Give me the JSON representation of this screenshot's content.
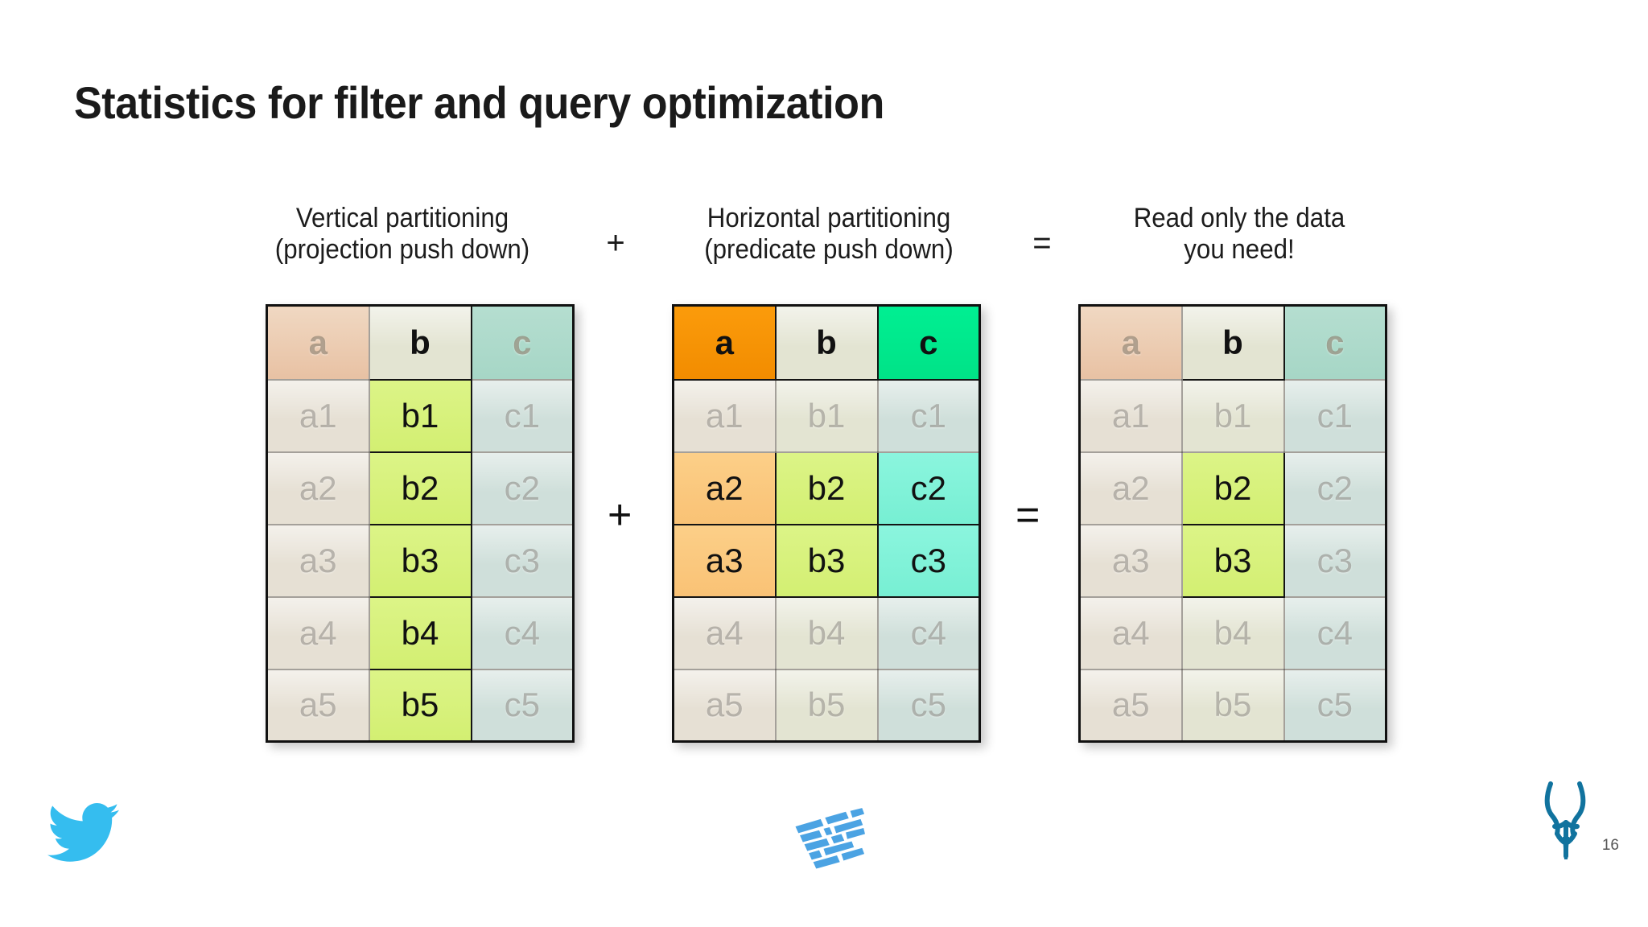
{
  "slide": {
    "title": "Statistics for filter and query optimization",
    "page_number": "16"
  },
  "captions": {
    "left": {
      "line1": "Vertical partitioning",
      "line2": "(projection push down)"
    },
    "mid": {
      "line1": "Horizontal partitioning",
      "line2": "(predicate push down)"
    },
    "right": {
      "line1": "Read only the data",
      "line2": "you need!"
    },
    "op_plus": "+",
    "op_equals": "="
  },
  "operators": {
    "plus": "+",
    "equals": "="
  },
  "colors": {
    "header_a_strong": "#f28c00",
    "header_b_strong": "#7ee300",
    "header_c_strong": "#00e98c",
    "cell_a_on": "#f9c275",
    "cell_b_on": "#d3ef72",
    "cell_c_on": "#77efd3",
    "faded_a": "#e6e0d4",
    "faded_b": "#e3e4d2",
    "faded_c": "#cfdfda",
    "twitter_blue": "#35bdef",
    "parquet_blue": "#4ba3e3",
    "impala_teal": "#11739e",
    "title_color": "#1a1a1a"
  },
  "tables": [
    {
      "name": "vertical-partitioning-table",
      "headers": [
        "a",
        "b",
        "c"
      ],
      "header_state": [
        "faded",
        "on",
        "faded"
      ],
      "rows": [
        {
          "cells": [
            "a1",
            "b1",
            "c1"
          ],
          "state": [
            "faded",
            "on",
            "faded"
          ]
        },
        {
          "cells": [
            "a2",
            "b2",
            "c2"
          ],
          "state": [
            "faded",
            "on",
            "faded"
          ]
        },
        {
          "cells": [
            "a3",
            "b3",
            "c3"
          ],
          "state": [
            "faded",
            "on",
            "faded"
          ]
        },
        {
          "cells": [
            "a4",
            "b4",
            "c4"
          ],
          "state": [
            "faded",
            "on",
            "faded"
          ]
        },
        {
          "cells": [
            "a5",
            "b5",
            "c5"
          ],
          "state": [
            "faded",
            "on",
            "faded"
          ]
        }
      ]
    },
    {
      "name": "horizontal-partitioning-table",
      "headers": [
        "a",
        "b",
        "c"
      ],
      "header_state": [
        "on",
        "on",
        "on"
      ],
      "rows": [
        {
          "cells": [
            "a1",
            "b1",
            "c1"
          ],
          "state": [
            "faded",
            "faded",
            "faded"
          ]
        },
        {
          "cells": [
            "a2",
            "b2",
            "c2"
          ],
          "state": [
            "on",
            "on",
            "on"
          ]
        },
        {
          "cells": [
            "a3",
            "b3",
            "c3"
          ],
          "state": [
            "on",
            "on",
            "on"
          ]
        },
        {
          "cells": [
            "a4",
            "b4",
            "c4"
          ],
          "state": [
            "faded",
            "faded",
            "faded"
          ]
        },
        {
          "cells": [
            "a5",
            "b5",
            "c5"
          ],
          "state": [
            "faded",
            "faded",
            "faded"
          ]
        }
      ]
    },
    {
      "name": "read-only-needed-table",
      "headers": [
        "a",
        "b",
        "c"
      ],
      "header_state": [
        "faded",
        "on",
        "faded"
      ],
      "rows": [
        {
          "cells": [
            "a1",
            "b1",
            "c1"
          ],
          "state": [
            "faded",
            "faded",
            "faded"
          ]
        },
        {
          "cells": [
            "a2",
            "b2",
            "c2"
          ],
          "state": [
            "faded",
            "on",
            "faded"
          ]
        },
        {
          "cells": [
            "a3",
            "b3",
            "c3"
          ],
          "state": [
            "faded",
            "on",
            "faded"
          ]
        },
        {
          "cells": [
            "a4",
            "b4",
            "c4"
          ],
          "state": [
            "faded",
            "faded",
            "faded"
          ]
        },
        {
          "cells": [
            "a5",
            "b5",
            "c5"
          ],
          "state": [
            "faded",
            "faded",
            "faded"
          ]
        }
      ]
    }
  ],
  "logos": {
    "twitter": "twitter-bird-icon",
    "parquet": "apache-parquet-icon",
    "impala": "apache-impala-icon"
  }
}
